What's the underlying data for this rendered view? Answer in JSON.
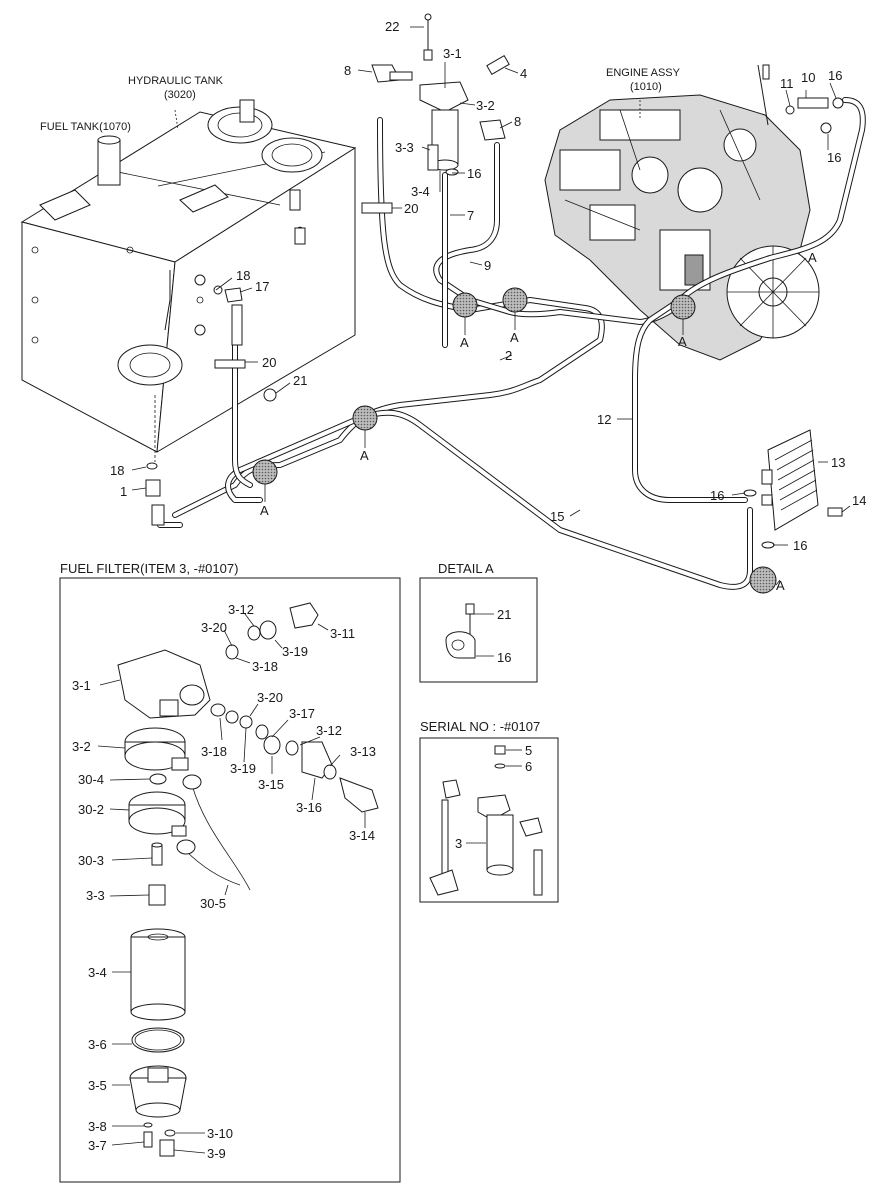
{
  "assemblies": {
    "hydraulic_tank": "HYDRAULIC TANK",
    "hydraulic_tank_code": "(3020)",
    "fuel_tank": "FUEL TANK(1070)",
    "engine": "ENGINE ASSY",
    "engine_code": "(1010)"
  },
  "sections": {
    "fuel_filter": "FUEL FILTER(ITEM 3, -#0107)",
    "detail_a": "DETAIL  A",
    "serial_no": "SERIAL NO : -#0107"
  },
  "callouts": {
    "p22": "22",
    "p3_1": "3-1",
    "p8a": "8",
    "p4": "4",
    "p3_2": "3-2",
    "p8b": "8",
    "p3_3": "3-3",
    "p3_4": "3-4",
    "p16a": "16",
    "p7": "7",
    "p20a": "20",
    "p9": "9",
    "p18a": "18",
    "p17": "17",
    "p20b": "20",
    "p21a": "21",
    "p2": "2",
    "p12": "12",
    "p11": "11",
    "p10": "10",
    "p16b": "16",
    "p16c": "16",
    "p13": "13",
    "p14": "14",
    "p16d": "16",
    "p16e": "16",
    "p15": "15",
    "p18b": "18",
    "p1": "1",
    "a1": "A",
    "a2": "A",
    "a3": "A",
    "a4": "A",
    "a5": "A",
    "a6": "A"
  },
  "filter_callouts": {
    "f3_12a": "3-12",
    "f3_20a": "3-20",
    "f3_11": "3-11",
    "f3_19a": "3-19",
    "f3_18a": "3-18",
    "f3_1": "3-1",
    "f3_20b": "3-20",
    "f3_17": "3-17",
    "f3_12b": "3-12",
    "f3_2": "3-2",
    "f3_18b": "3-18",
    "f3_19b": "3-19",
    "f3_13": "3-13",
    "f3_15": "3-15",
    "f3_16": "3-16",
    "f30_4": "30-4",
    "f3_14": "3-14",
    "f30_2": "30-2",
    "f30_3": "30-3",
    "f3_3": "3-3",
    "f30_5": "30-5",
    "f3_4": "3-4",
    "f3_6": "3-6",
    "f3_5": "3-5",
    "f3_8": "3-8",
    "f3_10": "3-10",
    "f3_7": "3-7",
    "f3_9": "3-9"
  },
  "detail_callouts": {
    "d21": "21",
    "d16": "16"
  },
  "serial_callouts": {
    "s5": "5",
    "s6": "6",
    "s3": "3"
  }
}
